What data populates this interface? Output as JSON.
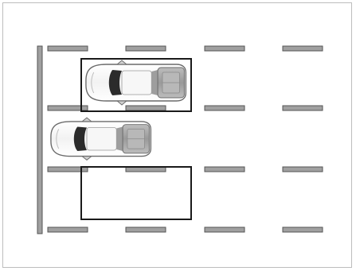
{
  "diagram": {
    "subject": "parallel-parking-maneuver",
    "lot": {
      "columns": 4,
      "line_rows": 4,
      "line_color": "#a0a0a0",
      "curb_color": "#a0a0a0",
      "outline_color": "#333333"
    },
    "vehicles": [
      {
        "role": "parked-car-in-target-box",
        "body_color": "#ffffff",
        "outline_color": "#666666",
        "rear_accent": "#a8a8a8"
      },
      {
        "role": "car-pulling-in",
        "body_color": "#ffffff",
        "outline_color": "#666666",
        "rear_accent": "#a8a8a8"
      }
    ],
    "boxes": [
      {
        "role": "occupied-space-highlight",
        "stroke": "#1a1a1a"
      },
      {
        "role": "empty-target-space-highlight",
        "stroke": "#1a1a1a"
      }
    ]
  }
}
